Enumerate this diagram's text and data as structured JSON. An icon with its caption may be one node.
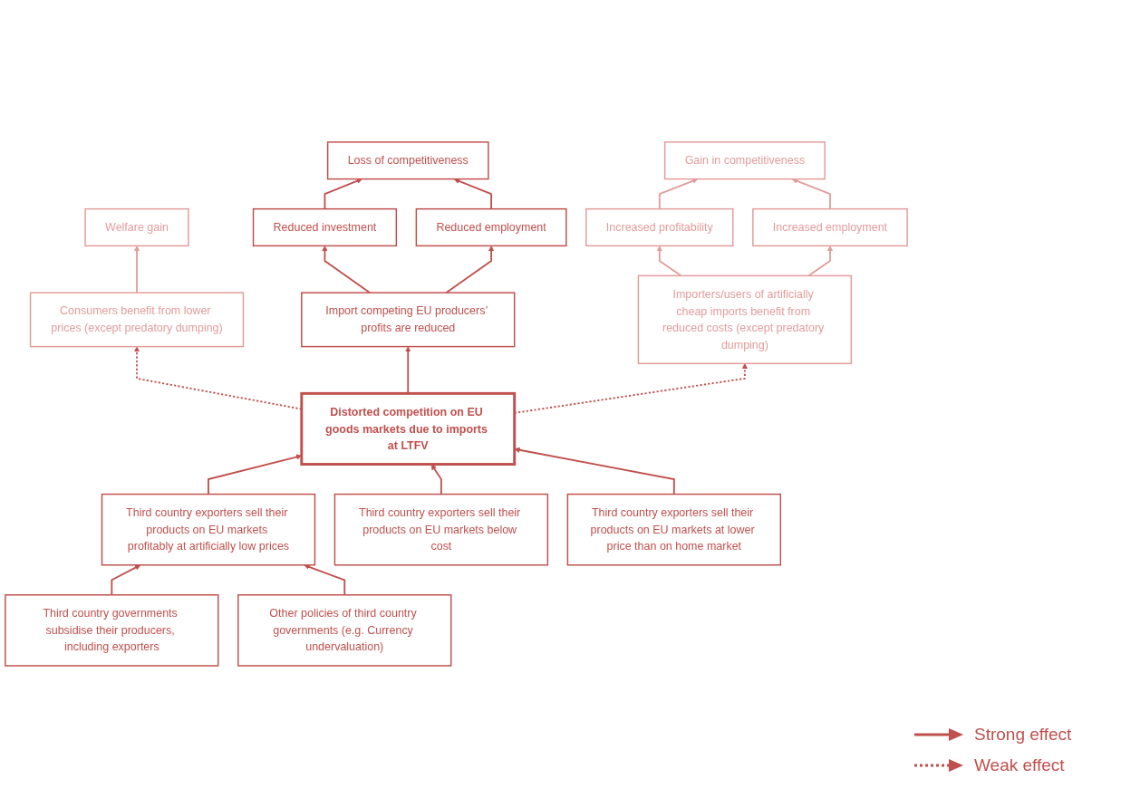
{
  "diagram": {
    "nodes": [
      {
        "text": [
          "Loss of competitiveness"
        ]
      },
      {
        "text": [
          "Gain in competitiveness"
        ]
      },
      {
        "text": [
          "Welfare gain"
        ]
      },
      {
        "text": [
          "Reduced investment"
        ]
      },
      {
        "text": [
          "Reduced employment"
        ]
      },
      {
        "text": [
          "Increased profitability"
        ]
      },
      {
        "text": [
          "Increased employment"
        ]
      },
      {
        "text": [
          "Import competing EU producers’ profits are reduced"
        ]
      },
      {
        "text": [
          "Importers/users of artificially cheap imports benefit from reduced costs (except predatory dumping)"
        ]
      },
      {
        "text": [
          "Consumers benefit from lower prices (except predatory dumping)"
        ]
      },
      {
        "text": [
          "Distorted competition on EU goods markets due to imports at LTFV"
        ]
      },
      {
        "text": [
          "Third country exporters sell their products on EU markets profitably at artificially low prices"
        ]
      },
      {
        "text": [
          "Third country exporters sell their products on EU markets below cost"
        ]
      },
      {
        "text": [
          "Third country exporters sell their products on EU markets at lower price than on home market"
        ]
      },
      {
        "text": [
          "Third country governments subsidise their producers, including exporters"
        ]
      },
      {
        "text": [
          "Other policies of third country governments (e.g. Currency undervaluation)"
        ]
      }
    ],
    "edges": [
      {
        "from": 3,
        "to": 0,
        "arrow": "to"
      },
      {
        "from": 4,
        "to": 0,
        "arrow": "to"
      },
      {
        "from": 7,
        "to": 3,
        "arrow": "to"
      },
      {
        "from": 7,
        "to": 4,
        "arrow": "to"
      },
      {
        "from": 5,
        "to": 1,
        "arrow": "to",
        "color": "#e29c9b"
      },
      {
        "from": 6,
        "to": 1,
        "arrow": "to",
        "color": "#e29c9b"
      },
      {
        "from": 8,
        "to": 5,
        "arrow": "to",
        "color": "#e29c9b"
      },
      {
        "from": 8,
        "to": 6,
        "arrow": "to",
        "color": "#e29c9b"
      },
      {
        "from": 9,
        "to": 2,
        "arrow": "to",
        "color": "#e29c9b"
      },
      {
        "from": 10,
        "to": 7,
        "arrow": "to"
      },
      {
        "from": 10,
        "to": 8,
        "arrow": "to",
        "style": "dashed"
      },
      {
        "from": 10,
        "to": 9,
        "arrow": "to",
        "style": "dashed"
      },
      {
        "from": 11,
        "to": 10,
        "arrow": "to"
      },
      {
        "from": 12,
        "to": 10,
        "arrow": "to"
      },
      {
        "from": 13,
        "to": 10,
        "arrow": "to"
      },
      {
        "from": 14,
        "to": 11,
        "arrow": "to"
      },
      {
        "from": 15,
        "to": 11,
        "arrow": "to"
      }
    ],
    "legend": [
      {
        "text": "Strong effect"
      },
      {
        "text": "Weak effect"
      }
    ]
  }
}
